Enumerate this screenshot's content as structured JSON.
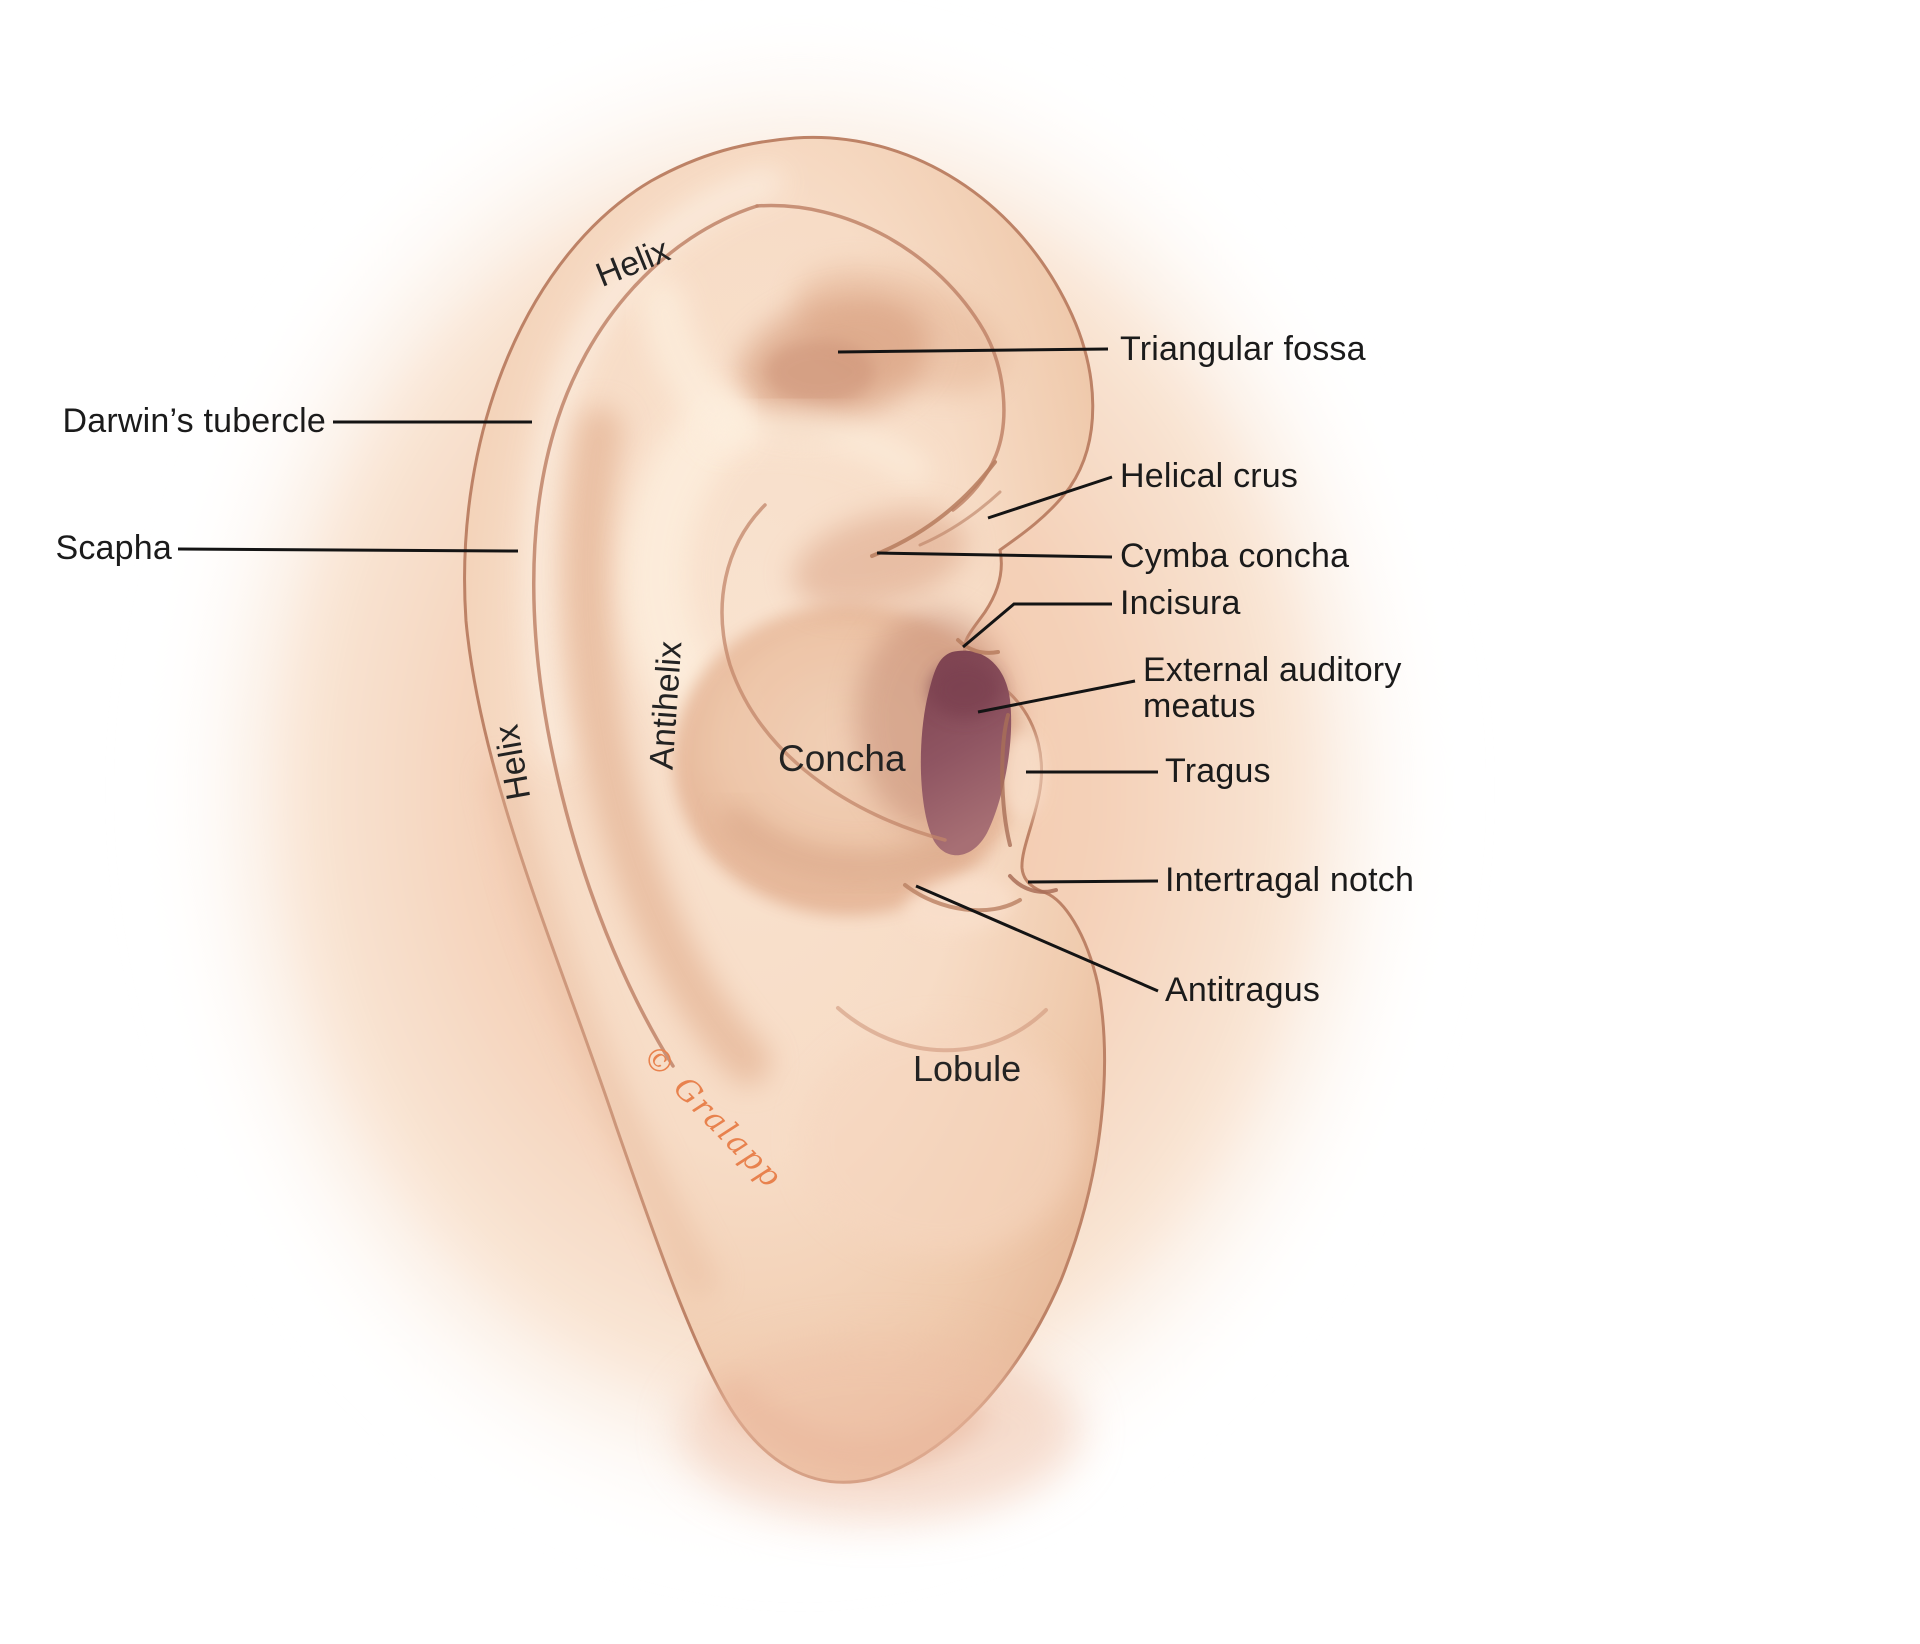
{
  "illustration": {
    "signature": "© Gralapp",
    "inline_labels": {
      "helix_top": "Helix",
      "helix_lower": "Helix",
      "antihelix": "Antihelix",
      "concha": "Concha",
      "lobule": "Lobule"
    },
    "left_callouts": [
      {
        "id": "darwins-tubercle",
        "text": "Darwin’s tubercle"
      },
      {
        "id": "scapha",
        "text": "Scapha"
      }
    ],
    "right_callouts": [
      {
        "id": "triangular-fossa",
        "text": "Triangular fossa"
      },
      {
        "id": "helical-crus",
        "text": "Helical crus"
      },
      {
        "id": "cymba-concha",
        "text": "Cymba concha"
      },
      {
        "id": "incisura",
        "text": "Incisura"
      },
      {
        "id": "external-auditory-meatus",
        "text": "External auditory meatus"
      },
      {
        "id": "tragus",
        "text": "Tragus"
      },
      {
        "id": "intertragal-notch",
        "text": "Intertragal notch"
      },
      {
        "id": "antitragus",
        "text": "Antitragus"
      }
    ],
    "colors": {
      "label_text": "#1b1b1b",
      "leader_line": "#141414",
      "signature": "#e8824e",
      "skin_light": "#f7dcc6",
      "skin_shadow": "#d89f7f",
      "canal_dark": "#8a4e5d",
      "outline": "#bd8266"
    }
  }
}
